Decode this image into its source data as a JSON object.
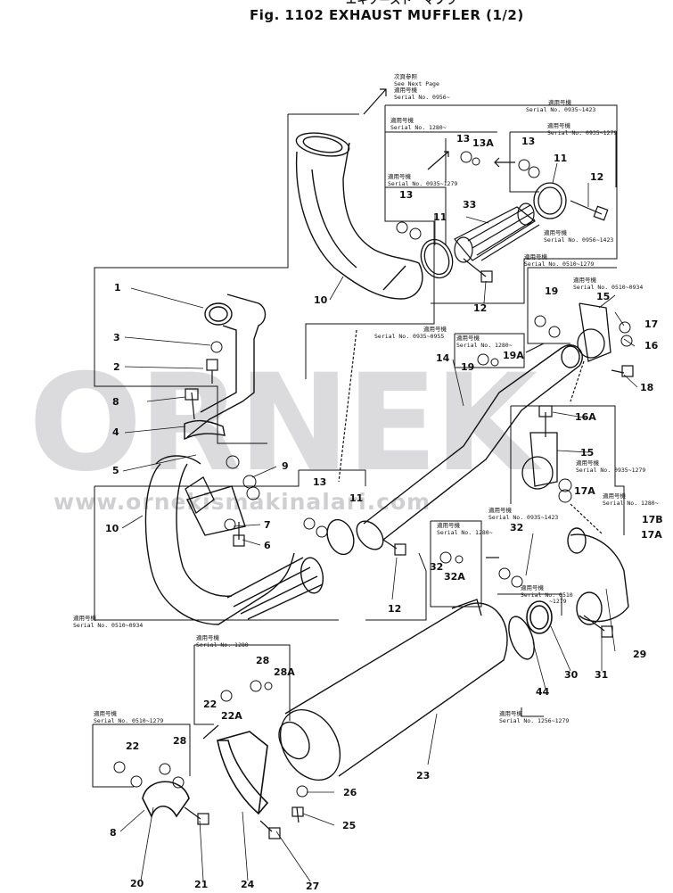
{
  "header": {
    "japanese_title": "エキゾースト　マフラ",
    "title": "Fig. 1102   EXHAUST MUFFLER (1/2)"
  },
  "watermark": {
    "logo": "ORNEK",
    "url": "www.orneki​smakinalari.com"
  },
  "notes": {
    "next_page": [
      "次頁参照",
      "See Next Page",
      "適用号機",
      "Serial No. 0956~"
    ],
    "n_0935_1423_top": [
      "適用号機",
      "Serial No. 0935~1423"
    ],
    "n_1280_top": [
      "適用号機",
      "Serial No. 1280~"
    ],
    "n_0935_1279_a": [
      "適用号機",
      "Serial No. 0935~1279"
    ],
    "n_0935_1279_b": [
      "適用号機",
      "Serial No. 0935~1279"
    ],
    "n_0956_1423": [
      "適用号機",
      "Serial No. 0956~1423"
    ],
    "n_0510_1279_top": [
      "適用号機",
      "Serial No. 0510~1279"
    ],
    "n_0510_0934_top": [
      "適用号機",
      "Serial No. 0510~0934"
    ],
    "n_0935_0955": [
      "適用号機",
      "Serial No. 0935~0955"
    ],
    "n_1280_mid": [
      "適用号機",
      "Serial No. 1280~"
    ],
    "n_0935_1279_c": [
      "適用号機",
      "Serial No. 0935~1279"
    ],
    "n_1280_right": [
      "適用号機",
      "Serial No. 1280~"
    ],
    "n_0935_1423_mid": [
      "適用号機",
      "Serial No. 0935~1423"
    ],
    "n_1280_mid2": [
      "適用号機",
      "Serial No. 1280~"
    ],
    "n_0510_1279_mid": [
      "適用号機",
      "Serial No. 0510",
      "~1279"
    ],
    "n_0510_0934_left": [
      "適用号機",
      "Serial No. 0510~0934"
    ],
    "n_1280_low": [
      "適用号機",
      "Serial No. 1280~"
    ],
    "n_0510_1279_low": [
      "適用号機",
      "Serial No. 0510~1279"
    ],
    "n_1256_1279": [
      "適用号機",
      "Serial No. 1256~1279"
    ]
  },
  "part_numbers": {
    "p1": "1",
    "p2": "2",
    "p3": "3",
    "p4": "4",
    "p5": "5",
    "p6": "6",
    "p7": "7",
    "p8": "8",
    "p9": "9",
    "p10a": "10",
    "p10b": "10",
    "p11a": "11",
    "p11b": "11",
    "p11c": "11",
    "p12a": "12",
    "p12b": "12",
    "p12c": "12",
    "p13a": "13",
    "p13b": "13",
    "p13c": "13",
    "p13d": "13",
    "p13A": "13A",
    "p14": "14",
    "p15a": "15",
    "p15b": "15",
    "p16": "16",
    "p16A": "16A",
    "p17": "17",
    "p17A": "17A",
    "p17Ab": "17A",
    "p17B": "17B",
    "p18": "18",
    "p19a": "19",
    "p19b": "19",
    "p19A": "19A",
    "p20": "20",
    "p21": "21",
    "p22a": "22",
    "p22b": "22",
    "p22A": "22A",
    "p23": "23",
    "p24": "24",
    "p25": "25",
    "p26": "26",
    "p27": "27",
    "p28a": "28",
    "p28b": "28",
    "p28A": "28A",
    "p29": "29",
    "p30": "30",
    "p31": "31",
    "p32a": "32",
    "p32b": "32",
    "p32A": "32A",
    "p33": "33",
    "p44": "44",
    "p8b": "8"
  }
}
